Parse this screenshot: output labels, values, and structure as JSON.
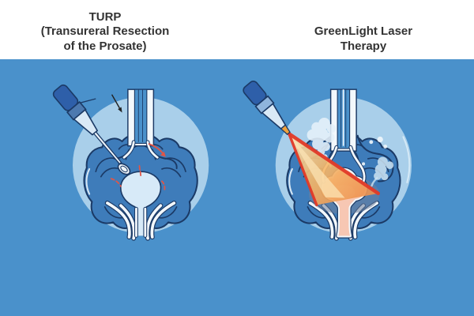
{
  "scene": {
    "kind": "medical-comparison-illustration",
    "subject": "prostate treatment"
  },
  "panels": [
    {
      "id": "turp",
      "title_lines": [
        "TURP",
        "(Transureral Resection",
        "of the Prosate)"
      ],
      "icons": [
        "resectoscope-instrument",
        "wire-loop-electrode",
        "down-arrow-icon",
        "red-curved-arrow-icon",
        "red-dashed-resection-marks",
        "urethra-tube",
        "prostate-tissue"
      ]
    },
    {
      "id": "greenlight",
      "title_lines": [
        "GreenLight Laser",
        "Therapy"
      ],
      "icons": [
        "laser-fiber-device",
        "laser-beam-cone",
        "steam-puffs",
        "glowing-vaporized-prostate",
        "urethra-tube",
        "bladder-neck-curve"
      ]
    }
  ],
  "colors": {
    "header_bg": "#ffffff",
    "title_text": "#333333",
    "scene_bg": "#4a91cb",
    "halo": "#a9cfea",
    "tissue": "#3e7cba",
    "tissue_line": "#1b3a66",
    "wall_white": "#f3f8fc",
    "cavity": "#d7eaf8",
    "marker_red": "#e05546",
    "laser_red": "#e23a28",
    "beam_light": "#fbe3b4",
    "beam_mid": "#f6b869",
    "beam_deep": "#ee9350",
    "glow_pink": "#f7c7b3",
    "glow_pink_light": "#fbdfd0",
    "glow_shadow": "#6d7f9d",
    "steam": "#e6f2fa",
    "steam_soft": "#cde3f2",
    "device_cap": "#2e5fa9",
    "device_band": "#4c79af",
    "device_band_right": "#8fb5dc",
    "device_barrel": "#d9e9f6",
    "laser_tip": "#efa13d",
    "arrow_black": "#222222"
  }
}
